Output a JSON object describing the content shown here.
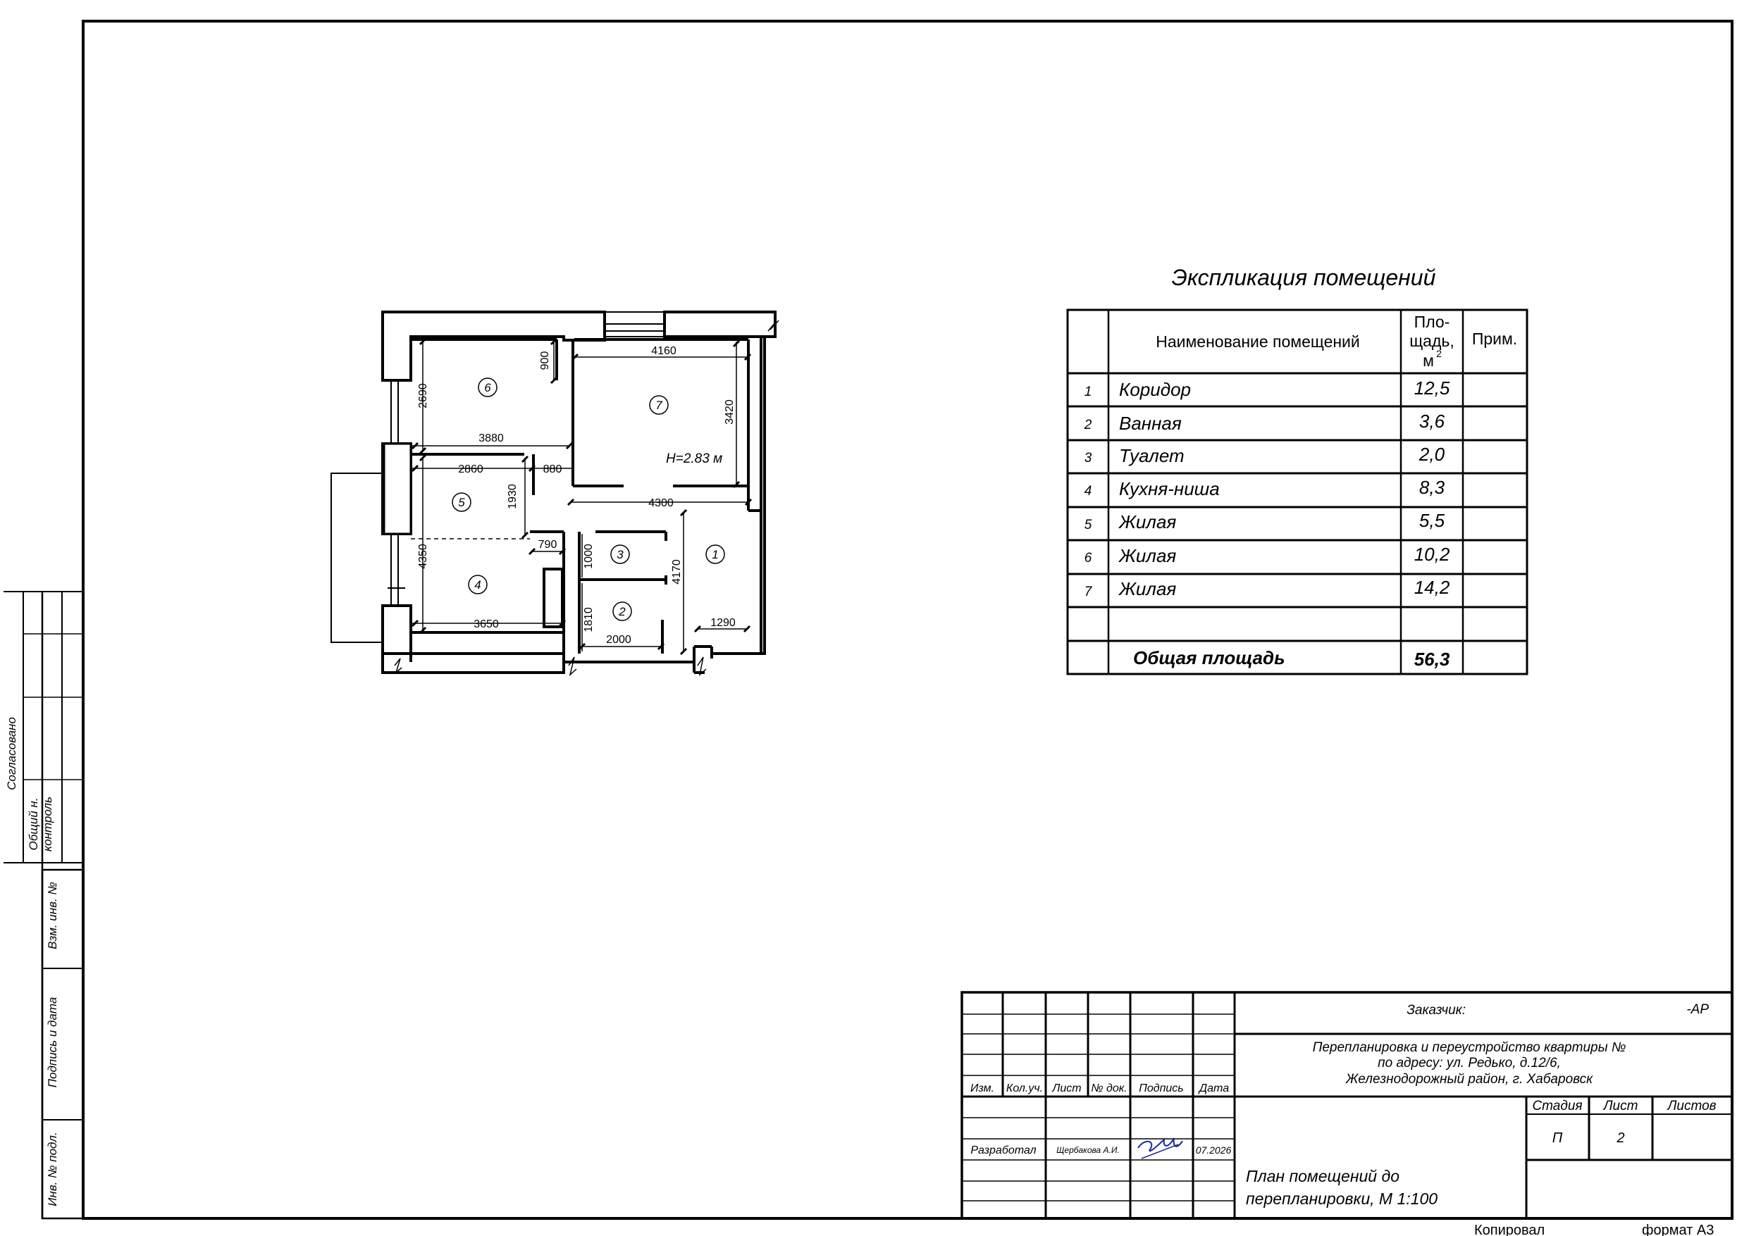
{
  "side_stamps": {
    "agreed": "Согласовано",
    "general_control_1": "Общий н.",
    "general_control_2": "контроль",
    "replace_inv": "Взм. инв. №",
    "sign_date": "Подпись и дата",
    "inv_orig": "Инв. № подл."
  },
  "floor_plan": {
    "rooms": [
      "6",
      "7",
      "5",
      "4",
      "3",
      "1",
      "2"
    ],
    "height_label": "H=2.83 м",
    "dims": {
      "d4160": "4160",
      "d900": "900",
      "d2690": "2690",
      "d3420": "3420",
      "d3880": "3880",
      "d2860": "2860",
      "d880": "880",
      "d1930": "1930",
      "d4300": "4300",
      "d790": "790",
      "d1000": "1000",
      "d4350": "4350",
      "d4170": "4170",
      "d1810": "1810",
      "d3650": "3650",
      "d2000": "2000",
      "d1290": "1290"
    }
  },
  "explication": {
    "title": "Экспликация помещений",
    "header_name": "Наименование помещений",
    "header_area_1": "Пло-",
    "header_area_2": "щадь,",
    "header_area_3": "м",
    "header_area_sup": "2",
    "header_note": "Прим.",
    "rows": [
      {
        "num": "1",
        "name": "Коридор",
        "area": "12,5"
      },
      {
        "num": "2",
        "name": "Ванная",
        "area": "3,6"
      },
      {
        "num": "3",
        "name": "Туалет",
        "area": "2,0"
      },
      {
        "num": "4",
        "name": "Кухня-ниша",
        "area": "8,3"
      },
      {
        "num": "5",
        "name": "Жилая",
        "area": "5,5"
      },
      {
        "num": "6",
        "name": "Жилая",
        "area": "10,2"
      },
      {
        "num": "7",
        "name": "Жилая",
        "area": "14,2"
      }
    ],
    "total_label": "Общая площадь",
    "total_area": "56,3"
  },
  "title_block": {
    "customer_label": "Заказчик:",
    "code": "-АР",
    "project_line1": "Перепланировка и переустройство квартиры №",
    "project_line2": "по адресу: ул. Редько, д.12/6,",
    "project_line3": "Железнодорожный район, г. Хабаровск",
    "col_izm": "Изм.",
    "col_kol": "Кол.уч.",
    "col_list": "Лист",
    "col_doc": "№ док.",
    "col_sign": "Подпись",
    "col_date": "Дата",
    "stage_label": "Стадия",
    "sheet_label": "Лист",
    "sheets_label": "Листов",
    "stage_value": "П",
    "sheet_value": "2",
    "developed_label": "Разработал",
    "developer_name": "Щербакова А.И.",
    "dev_date": "07.2026",
    "sheet_title_1": "План помещений до",
    "sheet_title_2": "перепланировки, М 1:100"
  },
  "footer": {
    "copied": "Копировал",
    "format": "формат А3"
  }
}
